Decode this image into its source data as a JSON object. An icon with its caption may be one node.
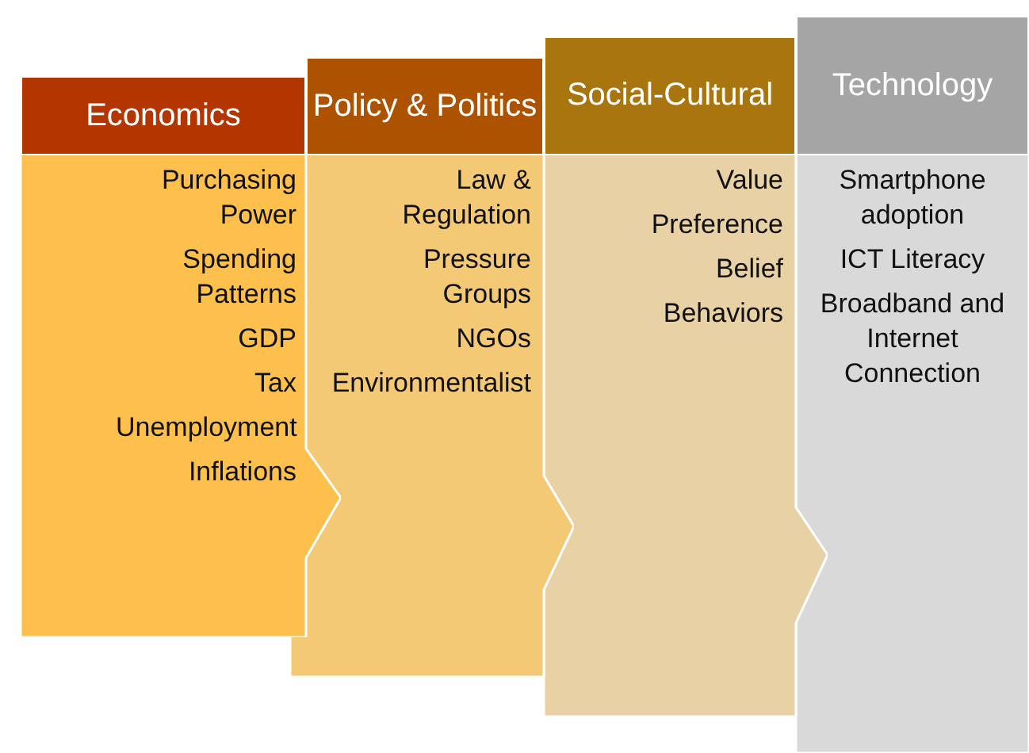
{
  "diagram": {
    "nodes": [
      {
        "text": [
          "Economics"
        ]
      },
      {
        "text": [
          "Purchasing Power",
          "Spending Patterns",
          "GDP",
          "Tax",
          "Unemployment",
          "Inflations"
        ]
      },
      {
        "text": [
          "Policy & Politics"
        ]
      },
      {
        "text": [
          "Law & Regulation",
          "Pressure Groups",
          "NGOs",
          "Environmentalist"
        ]
      },
      {
        "text": [
          "Social-Cultural"
        ]
      },
      {
        "text": [
          "Value",
          "Preference",
          "Belief",
          "Behaviors"
        ]
      },
      {
        "text": [
          "Technology"
        ]
      },
      {
        "text": [
          "Smartphone adoption",
          "ICT Literacy",
          "Broadband and Internet Connection"
        ]
      }
    ]
  }
}
